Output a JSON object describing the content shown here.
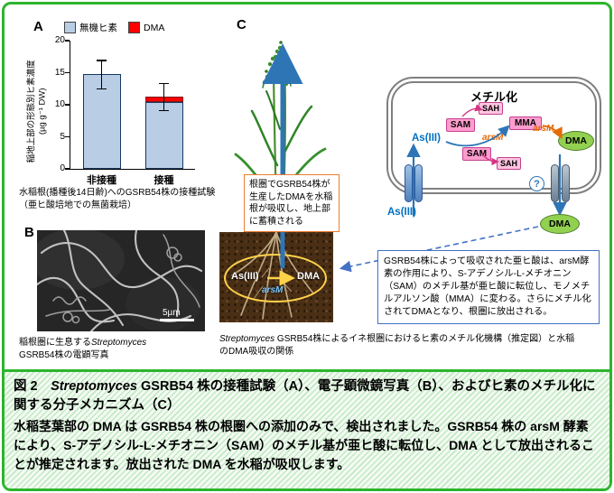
{
  "figure": {
    "panel_a": {
      "label": "A",
      "caption_line1": "水稲根(播種後14日齢)へのGSRB54株の接種試験",
      "caption_line2": "（亜ヒ酸培地での無菌栽培）"
    },
    "panel_b": {
      "label": "B",
      "scale_bar": "5µm",
      "caption_line1_pre": "稲根圏に生息する",
      "caption_line1_italic": "Streptomyces",
      "caption_line2": "GSRB54株の電顕写真"
    },
    "panel_c": {
      "label": "C",
      "annotation_box": "根圏でGSRB54株が生産したDMAを水稲根が吸収し、地上部に蓄積される",
      "soil": {
        "as3": "As(III)",
        "dma": "DMA",
        "arsm": "arsM"
      },
      "cell": {
        "title": "メチル化",
        "as3_in": "As(III)",
        "as3_out": "As(III)",
        "sam1": "SAM",
        "sah1": "SAH",
        "mma": "MMA",
        "arsm1": "arsM",
        "sam2": "SAM",
        "sah2": "SAH",
        "arsm2": "arsM",
        "dma_in": "DMA",
        "dma_out": "DMA",
        "question": "?"
      },
      "mechanism_box": "GSRB54株によって吸収された亜ヒ酸は、arsM酵素の作用により、S-アデノシル-L-メチオニン（SAM）のメチル基が亜ヒ酸に転位し、モノメチルアルソン酸（MMA）に変わる。さらにメチル化されてDMAとなり、根圏に放出される。",
      "caption_italic": "Streptomyces",
      "caption_text": " GSRB54株によるイネ根圏におけるヒ素のメチル化機構（推定図）と水稲のDMA吸収の関係"
    }
  },
  "chart_data": {
    "type": "bar",
    "stacked": true,
    "categories": [
      "非接種",
      "接種"
    ],
    "series": [
      {
        "name": "無機ヒ素",
        "color": "#b9cde5",
        "border": "#17375e",
        "values": [
          14.8,
          10.4
        ]
      },
      {
        "name": "DMA",
        "color": "#ff0000",
        "border": "#7f1d1d",
        "values": [
          0,
          0.9
        ]
      }
    ],
    "error_bars": [
      2.2,
      2.1
    ],
    "ylabel": "稲地上部の形態別ヒ素濃度\n(µg g⁻¹ DW)",
    "ylim": [
      0,
      20
    ],
    "yticks": [
      0,
      5,
      10,
      15,
      20
    ],
    "legend_position": "top",
    "grid": false
  },
  "caption_block": {
    "title_pre": "図 2　",
    "title_italic": "Streptomyces",
    "title_post": " GSRB54 株の接種試験（A）、電子顕微鏡写真（B）、およびヒ素のメチル化に関する分子メカニズム（C）",
    "body": "水稲茎葉部の DMA は GSRB54 株の根圏への添加のみで、検出されました。GSRB54 株の arsM 酵素により、S-アデノシル-L-メチオニン（SAM）のメチル基が亜ヒ酸に転位し、DMA として放出されることが推定されます。放出された DMA を水稲が吸収します。"
  },
  "colors": {
    "frame_green": "#2db52d",
    "bar_blue": "#b9cde5",
    "bar_red": "#ff0000",
    "arrow_blue": "#2e75b6",
    "dashed_blue": "#4472c4",
    "orange_accent": "#ed7d31",
    "arsm_orange": "#e36c09",
    "as3_blue": "#0070c0",
    "sam_pink": "#ff9dce",
    "dma_green": "#92d050",
    "soil_ellipse_yellow": "#ffd24a"
  }
}
